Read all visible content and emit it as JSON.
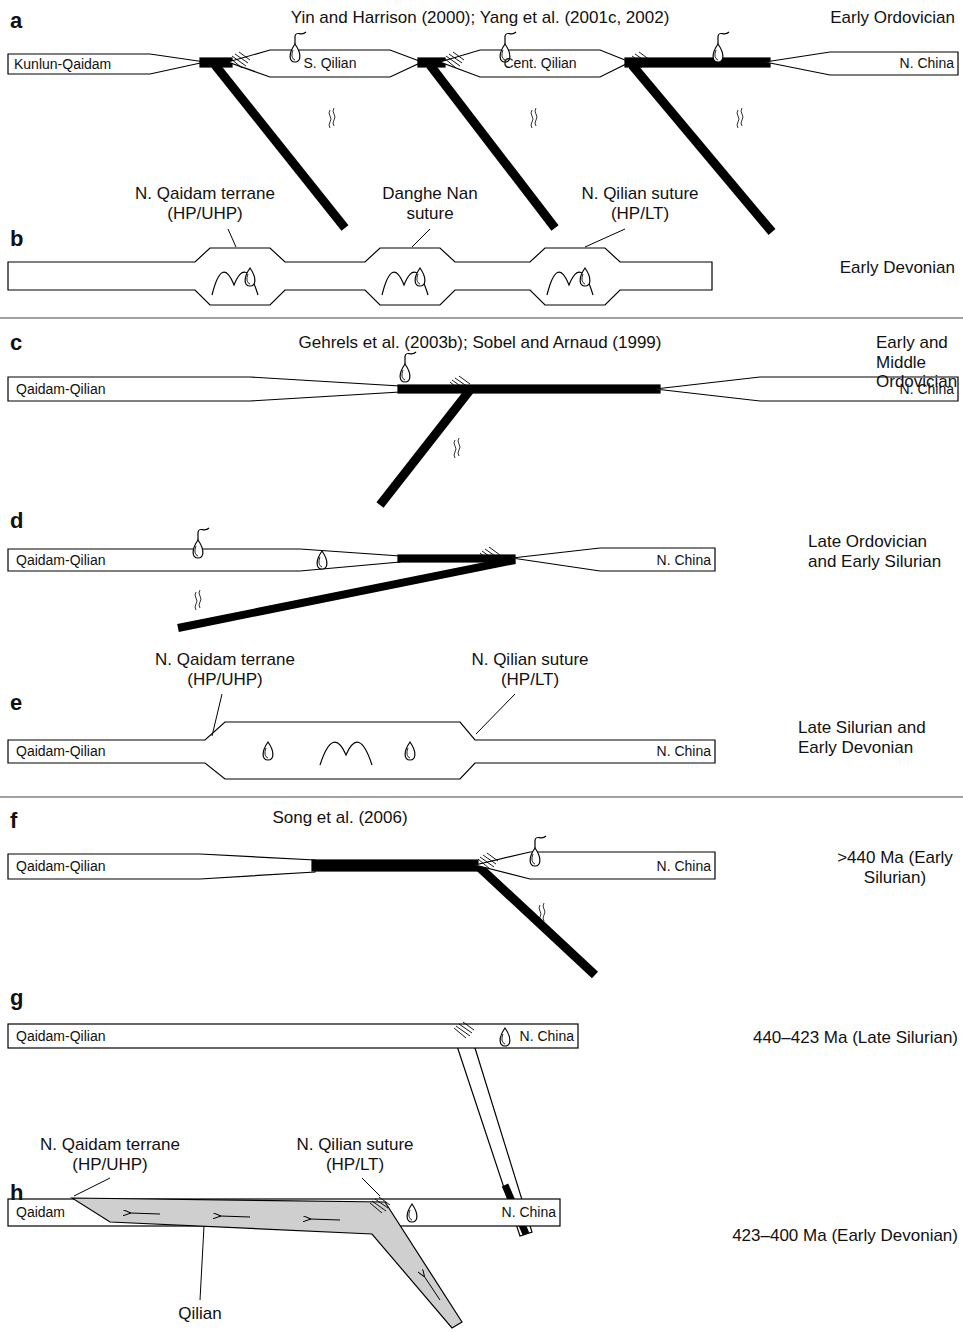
{
  "diagram": {
    "labels": [
      "a",
      "Yin and Harrison (2000); Yang et al. (2001c, 2002)",
      "Early Ordovician",
      "Kunlun-Qaidam",
      "S. Qilian",
      "Cent. Qilian",
      "N. China",
      "N. Qaidam terrane (HP/UHP)",
      "Danghe Nan suture",
      "N. Qilian suture (HP/LT)",
      "b",
      "Early Devonian",
      "c",
      "Gehrels et al. (2003b); Sobel and Arnaud (1999)",
      "Early and Middle Ordovician",
      "Qaidam-Qilian",
      "N. China",
      "d",
      "Qaidam-Qilian",
      "N. China",
      "Late Ordovician and Early Silurian",
      "N. Qaidam terrane (HP/UHP)",
      "N. Qilian suture (HP/LT)",
      "e",
      "Qaidam-Qilian",
      "N. China",
      "Late Silurian and Early Devonian",
      "f",
      "Song et al. (2006)",
      "Qaidam-Qilian",
      "N. China",
      ">440 Ma (Early Silurian)",
      "g",
      "Qaidam-Qilian",
      "N. China",
      "440–423 Ma (Late Silurian)",
      "N. Qaidam terrane (HP/UHP)",
      "N. Qilian suture (HP/LT)",
      "h",
      "Qaidam",
      "N. China",
      "423–400 Ma (Early Devonian)",
      "Qilian"
    ]
  }
}
